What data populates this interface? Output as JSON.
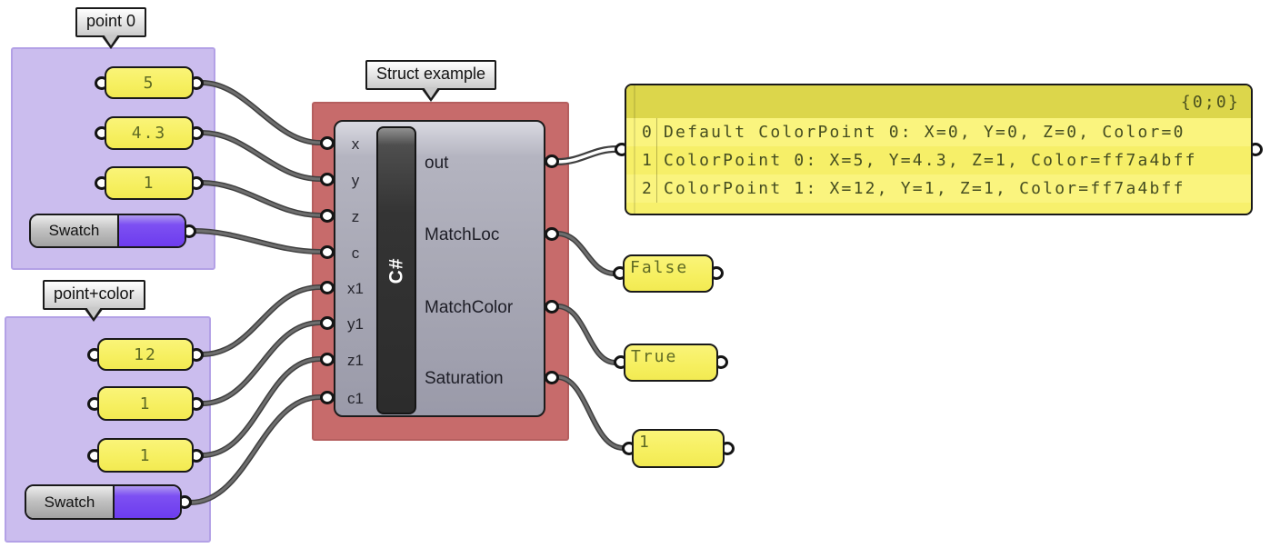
{
  "groups": {
    "point0": {
      "label": "point 0",
      "sliders": [
        "5",
        "4.3",
        "1"
      ],
      "swatch": {
        "label": "Swatch",
        "color": "#7a4bff"
      }
    },
    "point_color": {
      "label": "point+color",
      "sliders": [
        "12",
        "1",
        "1"
      ],
      "swatch": {
        "label": "Swatch",
        "color": "#7a4bff"
      }
    }
  },
  "script_component": {
    "label": "Struct example",
    "language_badge": "C#",
    "inputs": [
      "x",
      "y",
      "z",
      "c",
      "x1",
      "y1",
      "z1",
      "c1"
    ],
    "outputs": [
      "out",
      "MatchLoc",
      "MatchColor",
      "Saturation"
    ]
  },
  "output_panel": {
    "branch_path": "{0;0}",
    "rows": [
      {
        "index": "0",
        "text": "Default ColorPoint 0: X=0, Y=0, Z=0, Color=0"
      },
      {
        "index": "1",
        "text": "ColorPoint 0: X=5, Y=4.3, Z=1, Color=ff7a4bff"
      },
      {
        "index": "2",
        "text": "ColorPoint 1: X=12, Y=1, Z=1, Color=ff7a4bff"
      }
    ]
  },
  "result_panels": [
    {
      "text": "False"
    },
    {
      "text": "True"
    },
    {
      "text": "1"
    }
  ],
  "connections": [
    {
      "from": "slider 5",
      "to": "x"
    },
    {
      "from": "slider 4.3",
      "to": "y"
    },
    {
      "from": "slider 1",
      "to": "z"
    },
    {
      "from": "swatch point0",
      "to": "c"
    },
    {
      "from": "slider 12",
      "to": "x1"
    },
    {
      "from": "slider 1",
      "to": "y1"
    },
    {
      "from": "slider 1",
      "to": "z1"
    },
    {
      "from": "swatch point+color",
      "to": "c1"
    },
    {
      "from": "out",
      "to": "output panel"
    },
    {
      "from": "MatchLoc",
      "to": "False panel"
    },
    {
      "from": "MatchColor",
      "to": "True panel"
    },
    {
      "from": "Saturation",
      "to": "1 panel"
    }
  ],
  "colors": {
    "panel_yellow": "#f7f06c",
    "panel_header_yellow": "#dcd64b",
    "group_purple": "#cbbdee",
    "group_red": "#c76b6b",
    "swatch_purple": "#7a4bff",
    "wire_gray": "#4f4f4f"
  }
}
